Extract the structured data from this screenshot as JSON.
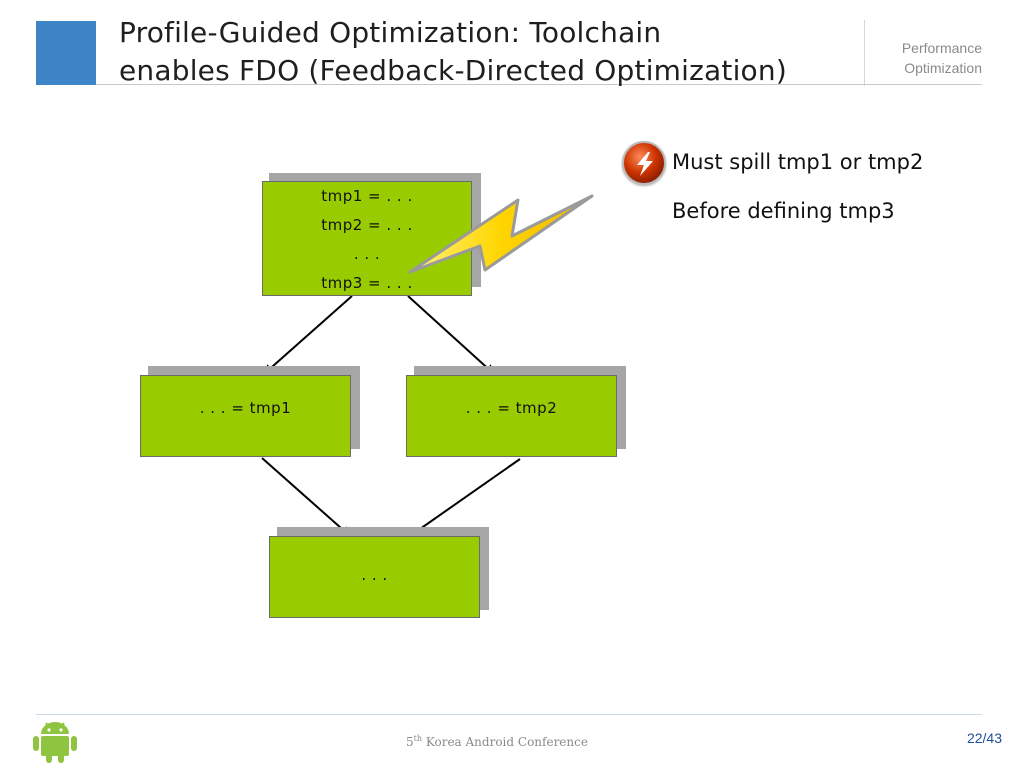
{
  "header": {
    "title_line1": "Profile-Guided Optimization: Toolchain",
    "title_line2": "enables FDO (Feedback-Directed Optimization)",
    "section_line1": "Performance",
    "section_line2": "Optimization",
    "accent_color": "#3d85c6"
  },
  "diagram": {
    "block_color": "#99cc00",
    "top_block": {
      "lines": [
        "tmp1 = . . .",
        "tmp2 = . . .",
        ". . .",
        "tmp3 = . . ."
      ]
    },
    "left_block": {
      "text": ". . . = tmp1"
    },
    "right_block": {
      "text": ". . . = tmp2"
    },
    "bottom_block": {
      "text": ". . ."
    },
    "icons": [
      "lightning-bolt-icon"
    ]
  },
  "bullets": [
    {
      "icon": "lightning-bolt-icon",
      "text": "Must spill tmp1 or tmp2"
    },
    {
      "text": "Before defining tmp3"
    }
  ],
  "footer": {
    "conference_num": "5",
    "conference_sup": "th",
    "conference_rest": " Korea Android Conference",
    "page": "22/43",
    "logo": "android-robot-icon"
  }
}
